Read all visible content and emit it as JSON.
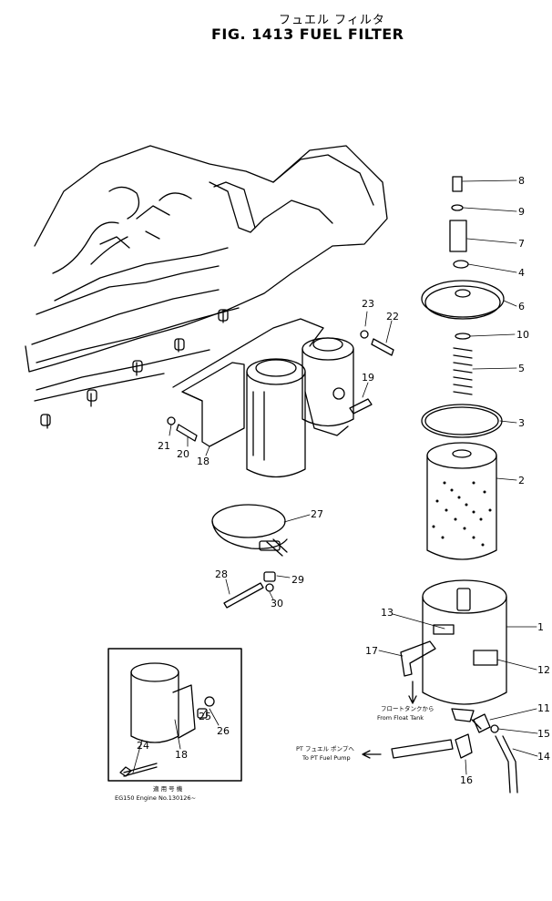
{
  "title_jp": "フュエル フィルタ",
  "title": "FIG. 1413   FUEL FILTER",
  "callouts": [
    {
      "id": "c8",
      "num": "8"
    },
    {
      "id": "c9",
      "num": "9"
    },
    {
      "id": "c7",
      "num": "7"
    },
    {
      "id": "c4",
      "num": "4"
    },
    {
      "id": "c6",
      "num": "6"
    },
    {
      "id": "c10",
      "num": "10"
    },
    {
      "id": "c5",
      "num": "5"
    },
    {
      "id": "c3",
      "num": "3"
    },
    {
      "id": "c2",
      "num": "2"
    },
    {
      "id": "c1",
      "num": "1"
    },
    {
      "id": "c12",
      "num": "12"
    },
    {
      "id": "c13",
      "num": "13"
    },
    {
      "id": "c17",
      "num": "17"
    },
    {
      "id": "c11",
      "num": "11"
    },
    {
      "id": "c15",
      "num": "15"
    },
    {
      "id": "c14",
      "num": "14"
    },
    {
      "id": "c16",
      "num": "16"
    },
    {
      "id": "c23",
      "num": "23"
    },
    {
      "id": "c22",
      "num": "22"
    },
    {
      "id": "c19",
      "num": "19"
    },
    {
      "id": "c21",
      "num": "21"
    },
    {
      "id": "c20",
      "num": "20"
    },
    {
      "id": "c18",
      "num": "18"
    },
    {
      "id": "c27",
      "num": "27"
    },
    {
      "id": "c28",
      "num": "28"
    },
    {
      "id": "c29",
      "num": "29"
    },
    {
      "id": "c30",
      "num": "30"
    },
    {
      "id": "c24",
      "num": "24"
    },
    {
      "id": "c18b",
      "num": "18"
    },
    {
      "id": "c25",
      "num": "25"
    },
    {
      "id": "c26",
      "num": "26"
    }
  ],
  "notes": {
    "float_tank_jp": "フロートタンクから",
    "float_tank_en": "From Float Tank",
    "pt_pump_jp": "PT フュエル ポンプへ",
    "pt_pump_en": "To PT Fuel Pump",
    "inset_jp": "適 用 号 機",
    "inset_en": "EG150  Engine  No.130126~"
  }
}
